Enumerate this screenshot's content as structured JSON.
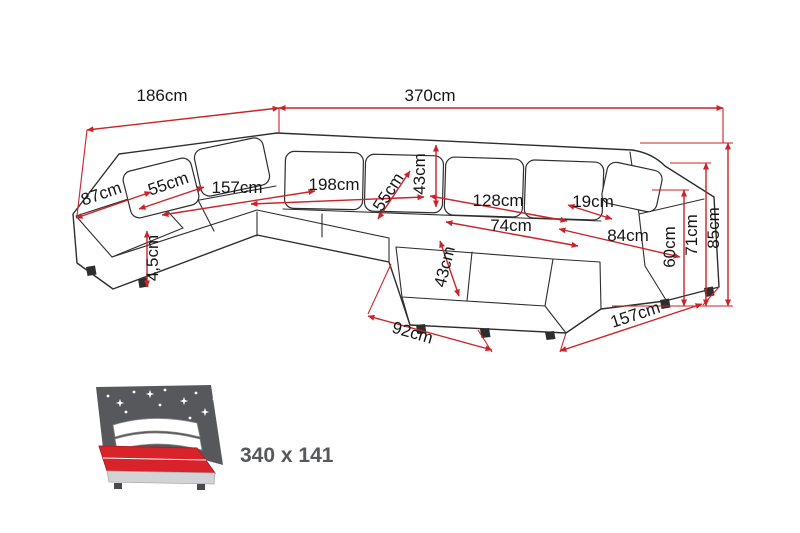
{
  "dims": {
    "left_depth": "186cm",
    "total_width": "370cm",
    "left_end_width": "87cm",
    "left_seat_depth": "55cm",
    "left_seat_length": "157cm",
    "main_seat_length": "198cm",
    "seat_depth": "55cm",
    "back_cushion_height": "43cm",
    "right_seat_width": "128cm",
    "arm_width": "19cm",
    "chaise_seat_width": "74cm",
    "right_front_width": "84cm",
    "seat_height": "60cm",
    "arm_height": "71cm",
    "total_height": "85cm",
    "leg_height": "4,5cm",
    "chaise_cushion_depth": "43cm",
    "chaise_length": "92cm",
    "right_section_depth": "157cm"
  },
  "bed": {
    "size_label": "340 x 141"
  },
  "colors": {
    "dimension_red": "#cc2229",
    "outline_black": "#2e2e2e",
    "icon_gray": "#57585b",
    "icon_red": "#d8232a"
  }
}
